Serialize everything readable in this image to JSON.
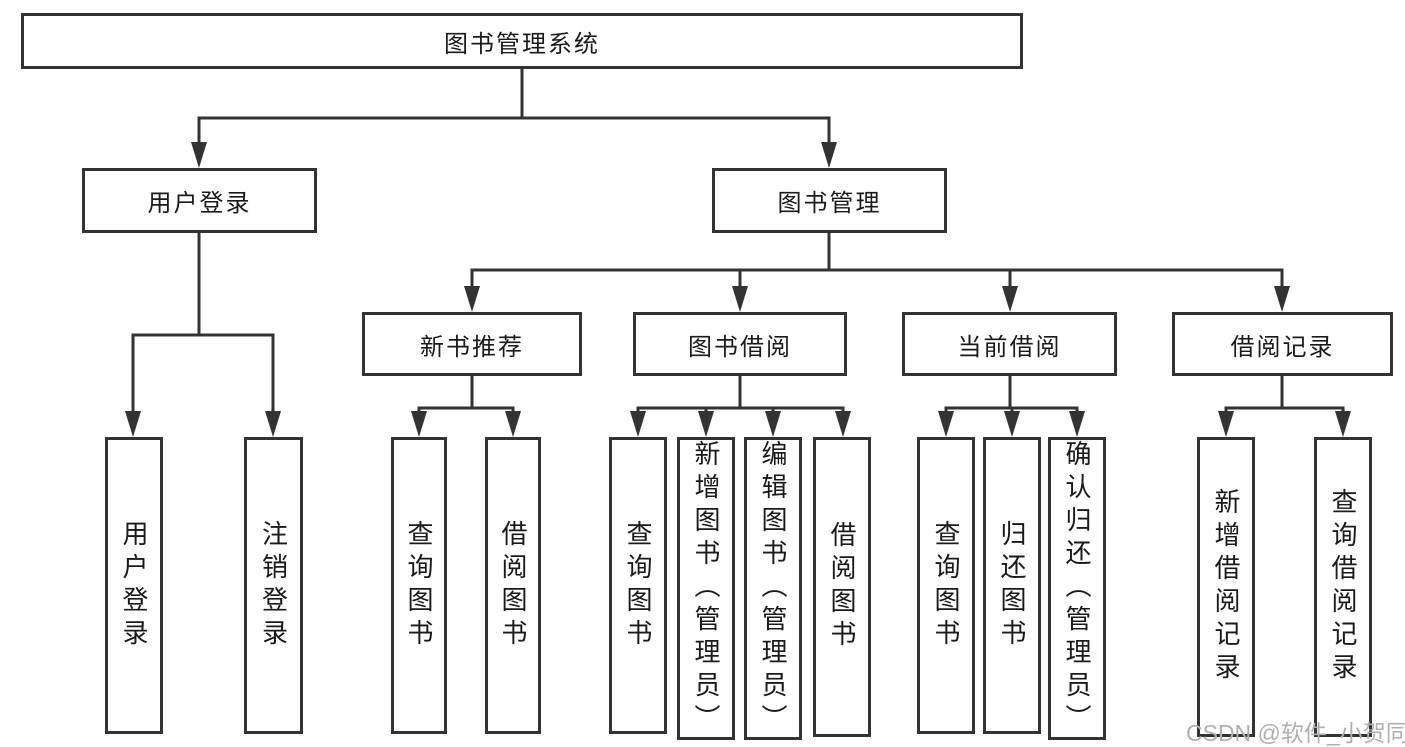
{
  "diagram": {
    "root": "图书管理系统",
    "level2": [
      {
        "label": "用户登录"
      },
      {
        "label": "图书管理"
      }
    ],
    "level3": [
      {
        "label": "新书推荐"
      },
      {
        "label": "图书借阅"
      },
      {
        "label": "当前借阅"
      },
      {
        "label": "借阅记录"
      }
    ],
    "leaves": {
      "user": [
        "用户登录",
        "注销登录"
      ],
      "newbook": [
        "查询图书",
        "借阅图书"
      ],
      "borrow": [
        "查询图书",
        "新增图书（管理员）",
        "编辑图书（管理员）",
        "借阅图书"
      ],
      "current": [
        "查询图书",
        "归还图书",
        "确认归还（管理员）"
      ],
      "records": [
        "新增借阅记录",
        "查询借阅记录"
      ]
    }
  },
  "watermark": {
    "text": "CSDN @软件_小贺同学"
  },
  "colors": {
    "line": "#333333",
    "text": "#1a1a1a",
    "watermark": "#b0b0b0",
    "background": "#ffffff"
  }
}
